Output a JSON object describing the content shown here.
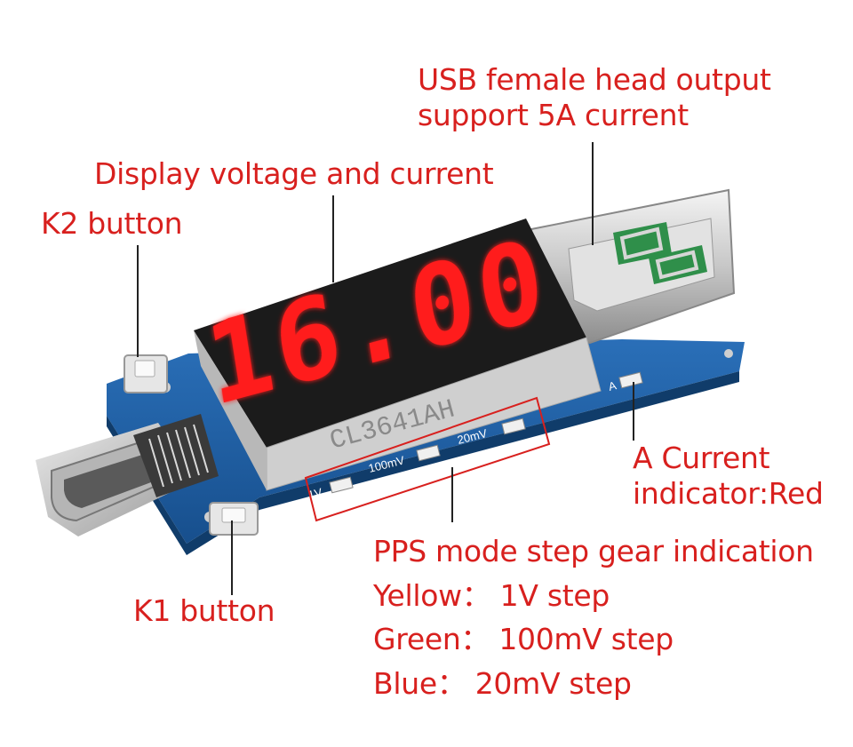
{
  "display": {
    "reading": "16.00",
    "model": "CL3641AH",
    "segment_color": "#ff1e1e"
  },
  "board_labels": {
    "step_1v": "1V",
    "step_100mv": "100mV",
    "step_20mv": "20mV",
    "current_mark": "A"
  },
  "callouts": {
    "usb_output": [
      "USB female head output",
      "support 5A current"
    ],
    "display": "Display voltage and current",
    "k2": "K2 button",
    "k1": "K1 button",
    "current_indicator": [
      "A Current",
      "indicator:Red"
    ],
    "pps": [
      "PPS mode step gear indication",
      "Yellow： 1V step",
      "Green： 100mV step",
      "Blue： 20mV step"
    ]
  },
  "colors": {
    "annotation_text": "#d8201e",
    "pcb": "#1f5fa8",
    "highlight_box": "#d8201e"
  }
}
